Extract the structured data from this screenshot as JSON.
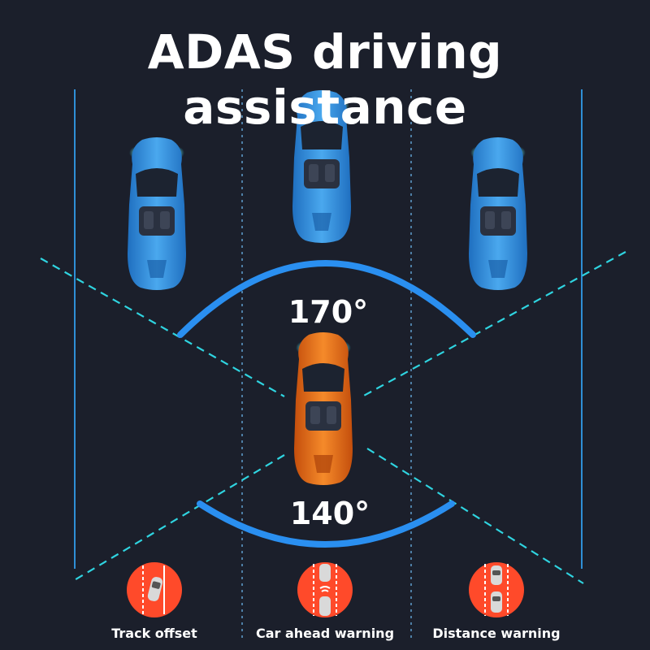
{
  "title": "ADAS driving assistance",
  "angles": {
    "wide": "170°",
    "narrow": "140°"
  },
  "features": [
    {
      "label": "Track offset",
      "icon": "track-offset-icon"
    },
    {
      "label": "Car ahead warning",
      "icon": "car-ahead-warning-icon"
    },
    {
      "label": "Distance warning",
      "icon": "distance-warning-icon"
    }
  ],
  "colors": {
    "background": "#1b1f2b",
    "lane_line": "#2f8fd6",
    "detection_line": "#2fd4e0",
    "arc": "#2a8ff0",
    "ego_car": "#e8681a",
    "other_cars": "#2f8fd6",
    "badge": "#ff4a2a"
  }
}
